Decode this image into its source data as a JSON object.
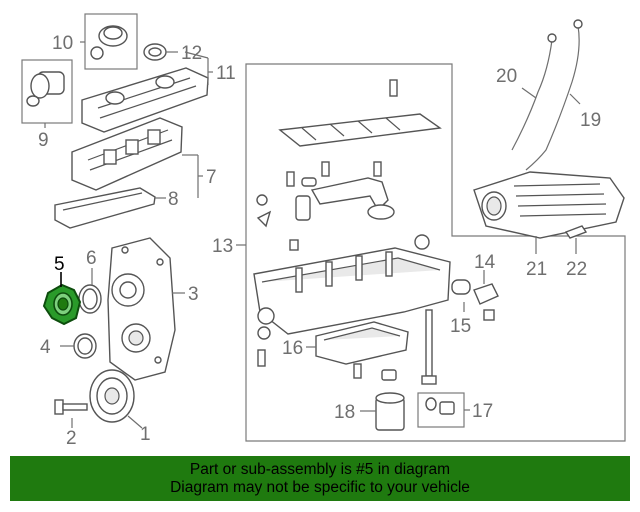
{
  "callouts": {
    "c1": "1",
    "c2": "2",
    "c3": "3",
    "c4": "4",
    "c5": "5",
    "c6": "6",
    "c7": "7",
    "c8": "8",
    "c9": "9",
    "c10": "10",
    "c11": "11",
    "c12": "12",
    "c13": "13",
    "c15": "15",
    "c14": "14",
    "c16": "16",
    "c17": "17",
    "c18": "18",
    "c19": "19",
    "c20": "20",
    "c21": "21",
    "c22": "22"
  },
  "highlight_part": "5",
  "highlight_color": "#1a8a1a",
  "banner": {
    "line1": "Part or sub-assembly is #5 in diagram",
    "line2": "Diagram may not be specific to your vehicle",
    "background": "#1f7a0f"
  }
}
